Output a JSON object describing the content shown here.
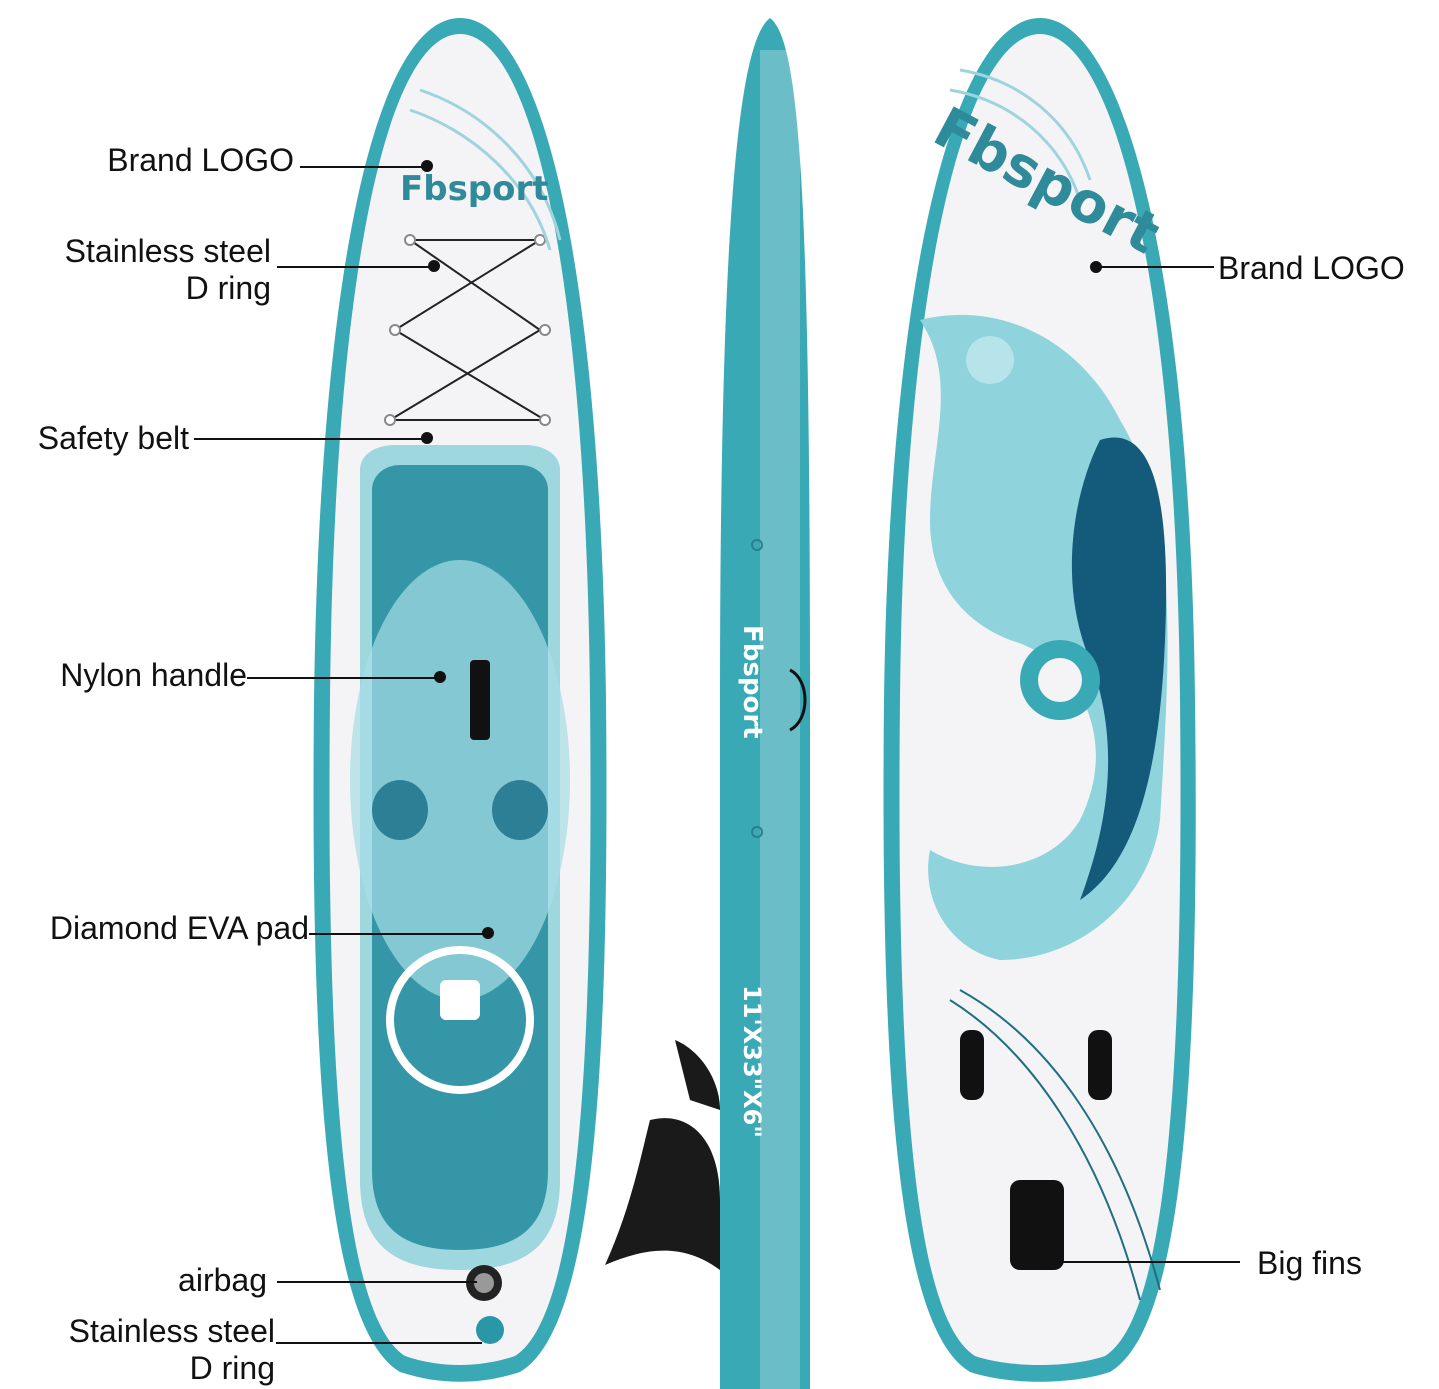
{
  "brand": "Fbsport",
  "board_size": "11'X33\"X6\"",
  "colors": {
    "teal": "#3aa9b6",
    "teal_light": "#8fd3dd",
    "teal_dark": "#1f7f93",
    "navy": "#145a7a",
    "board_white": "#f4f4f6",
    "label_text": "#111111"
  },
  "labels_left": [
    {
      "text": "Brand LOGO"
    },
    {
      "line1": "Stainless steel",
      "line2": "D ring"
    },
    {
      "text": "Safety belt"
    },
    {
      "text": "Nylon handle"
    },
    {
      "text": "Diamond EVA pad"
    },
    {
      "text": "airbag"
    },
    {
      "line1": "Stainless steel",
      "line2": "D ring"
    }
  ],
  "labels_right": [
    {
      "text": "Brand LOGO"
    },
    {
      "text": "Big fins"
    }
  ]
}
